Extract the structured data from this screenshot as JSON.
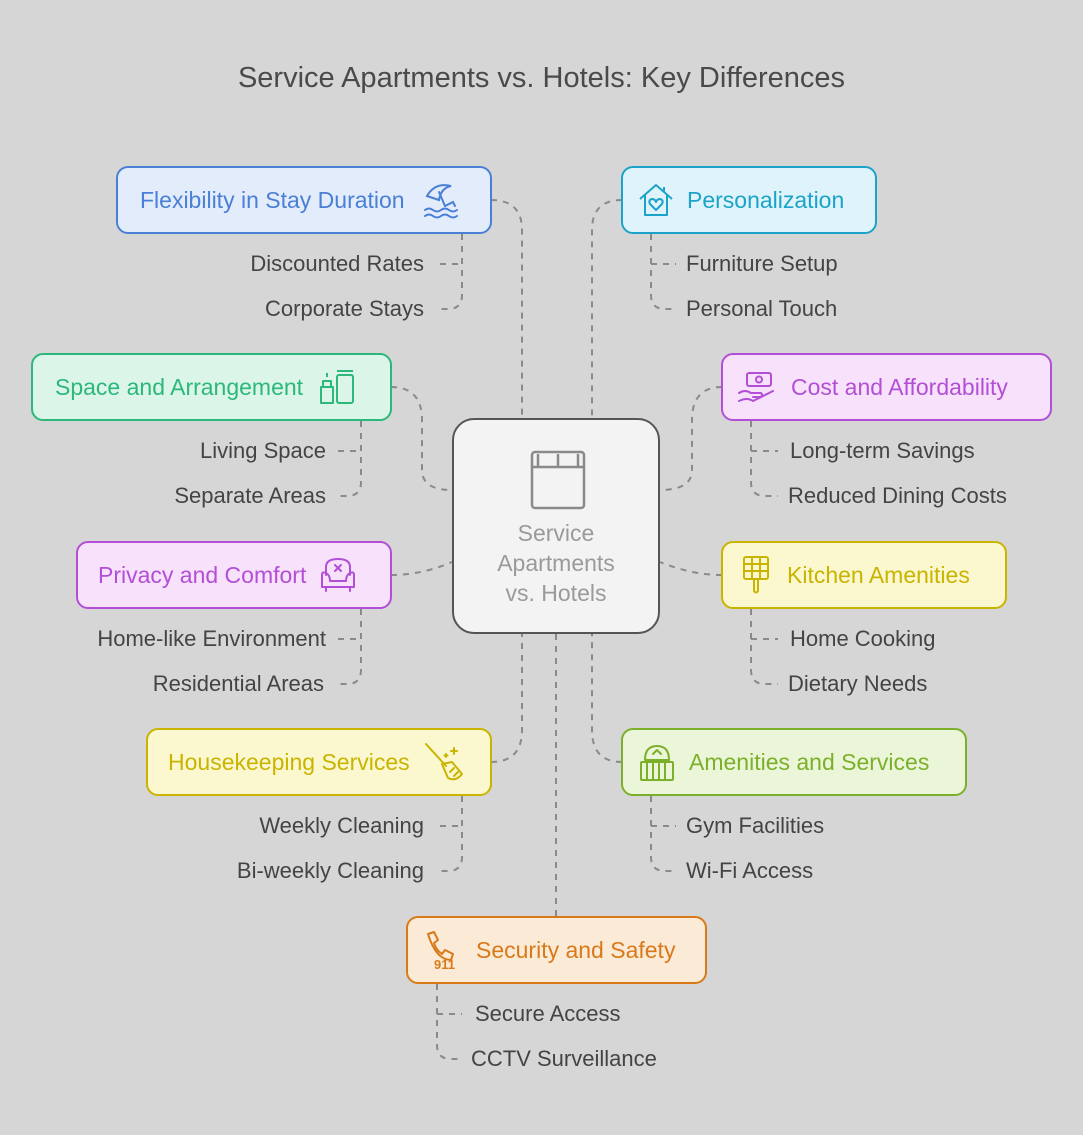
{
  "title": "Service Apartments vs. Hotels: Key Differences",
  "center": {
    "line1": "Service",
    "line2": "Apartments",
    "line3": "vs. Hotels"
  },
  "colors": {
    "blue": "#4a7fd6",
    "cyan": "#1ba3c9",
    "green": "#2bb87a",
    "purple": "#b24fd6",
    "yellow": "#c9b400",
    "lime": "#7cb02a",
    "orange": "#d97a1a",
    "connector": "#8a8a8a"
  },
  "nodes": {
    "flexibility": {
      "label": "Flexibility in Stay Duration",
      "icon": "beach-umbrella-icon",
      "subs": [
        "Discounted Rates",
        "Corporate Stays"
      ]
    },
    "personalization": {
      "label": "Personalization",
      "icon": "house-heart-icon",
      "subs": [
        "Furniture Setup",
        "Personal Touch"
      ]
    },
    "space": {
      "label": "Space and Arrangement",
      "icon": "furniture-icon",
      "subs": [
        "Living Space",
        "Separate Areas"
      ]
    },
    "cost": {
      "label": "Cost and Affordability",
      "icon": "money-hand-icon",
      "subs": [
        "Long-term Savings",
        "Reduced Dining Costs"
      ]
    },
    "privacy": {
      "label": "Privacy and Comfort",
      "icon": "armchair-icon",
      "subs": [
        "Home-like Environment",
        "Residential Areas"
      ]
    },
    "kitchen": {
      "label": "Kitchen Amenities",
      "icon": "spatula-icon",
      "subs": [
        "Home Cooking",
        "Dietary Needs"
      ]
    },
    "housekeeping": {
      "label": "Housekeeping Services",
      "icon": "broom-sparkle-icon",
      "subs": [
        "Weekly Cleaning",
        "Bi-weekly Cleaning"
      ]
    },
    "amenities": {
      "label": "Amenities and Services",
      "icon": "service-bell-icon",
      "subs": [
        "Gym Facilities",
        "Wi-Fi Access"
      ]
    },
    "security": {
      "label": "Security and Safety",
      "icon": "phone-911-icon",
      "subs": [
        "Secure Access",
        "CCTV Surveillance"
      ]
    }
  }
}
